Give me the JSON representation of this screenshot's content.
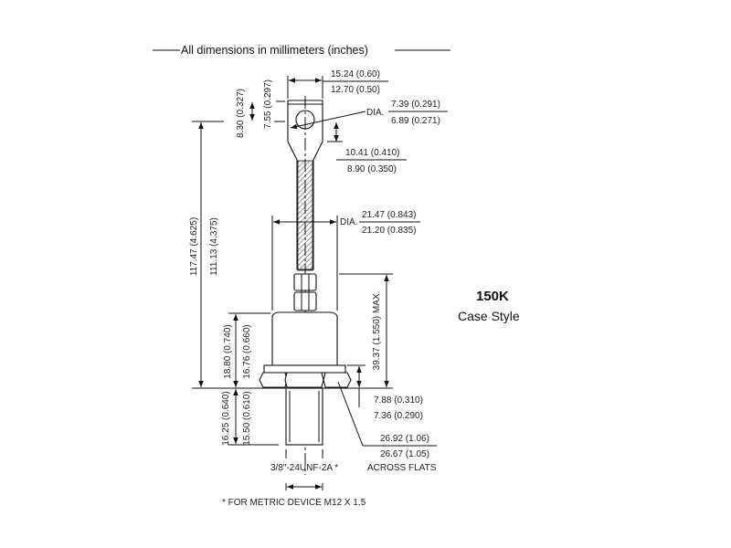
{
  "title": "All dimensions in millimeters (inches)",
  "case": {
    "code": "150K",
    "label": "Case Style"
  },
  "dims": {
    "lug_width_max": "15.24 (0.60)",
    "lug_width_min": "12.70 (0.50)",
    "hole_dia_label": "DIA.",
    "hole_dia_max": "7.39 (0.291)",
    "hole_dia_min": "6.89 (0.271)",
    "hole_pos_max": "8.30 (0.327)",
    "hole_pos_min": "7.55 (0.297)",
    "lug_len_max": "10.41 (0.410)",
    "lug_len_min": "8.90 (0.350)",
    "body_dia_label": "DIA.",
    "body_dia_max": "21.47 (0.843)",
    "body_dia_min": "21.20 (0.835)",
    "overall_max": "117.47 (4.625)",
    "overall_min": "111.13 (4.375)",
    "height_max": "39.37 (1.550) MAX.",
    "body_h_max": "18.80 (0.740)",
    "body_h_min": "16.76 (0.660)",
    "hex_h_max": "7.88 (0.310)",
    "hex_h_min": "7.36 (0.290)",
    "stud_max": "16.25 (0.640)",
    "stud_min": "15.50 (0.610)",
    "flats_max": "26.92 (1.06)",
    "flats_min": "26.67 (1.05)",
    "flats_label": "ACROSS FLATS",
    "thread": "3/8\"-24UNF-2A *"
  },
  "footnote": "* FOR METRIC DEVICE M12 X 1.5"
}
